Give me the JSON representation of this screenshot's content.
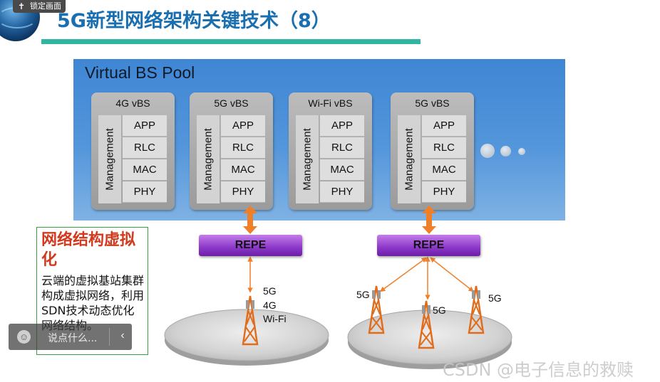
{
  "header": {
    "lock_label": "锁定画面",
    "title": "5G新型网络架构关键技术（8）"
  },
  "pool": {
    "title": "Virtual BS Pool",
    "vbs": [
      {
        "name": "4G vBS",
        "management": "Management",
        "layers": [
          "APP",
          "RLC",
          "MAC",
          "PHY"
        ]
      },
      {
        "name": "5G vBS",
        "management": "Management",
        "layers": [
          "APP",
          "RLC",
          "MAC",
          "PHY"
        ]
      },
      {
        "name": "Wi-Fi vBS",
        "management": "Management",
        "layers": [
          "APP",
          "RLC",
          "MAC",
          "PHY"
        ]
      },
      {
        "name": "5G vBS",
        "management": "Management",
        "layers": [
          "APP",
          "RLC",
          "MAC",
          "PHY"
        ]
      }
    ]
  },
  "repe": [
    "REPE",
    "REPE"
  ],
  "site_left": {
    "tower_labels": [
      "5G",
      "4G",
      "Wi-Fi"
    ]
  },
  "site_right": {
    "tower_labels": [
      "5G",
      "5G",
      "5G"
    ]
  },
  "textbox": {
    "heading": "网络结构虚拟化",
    "body": "云端的虚拟基站集群构成虚拟网络，利用SDN技术动态优化网络结构。"
  },
  "comment_widget": {
    "placeholder": "说点什么..."
  },
  "watermark": "CSDN @电子信息的救赎",
  "colors": {
    "title": "#1a6fb0",
    "accent_line": "#2fb5a0",
    "pool_bg": "#4a8fd8",
    "repe": "#8c37c9",
    "arrow": "#f07f2a",
    "heading": "#d23a1e"
  }
}
